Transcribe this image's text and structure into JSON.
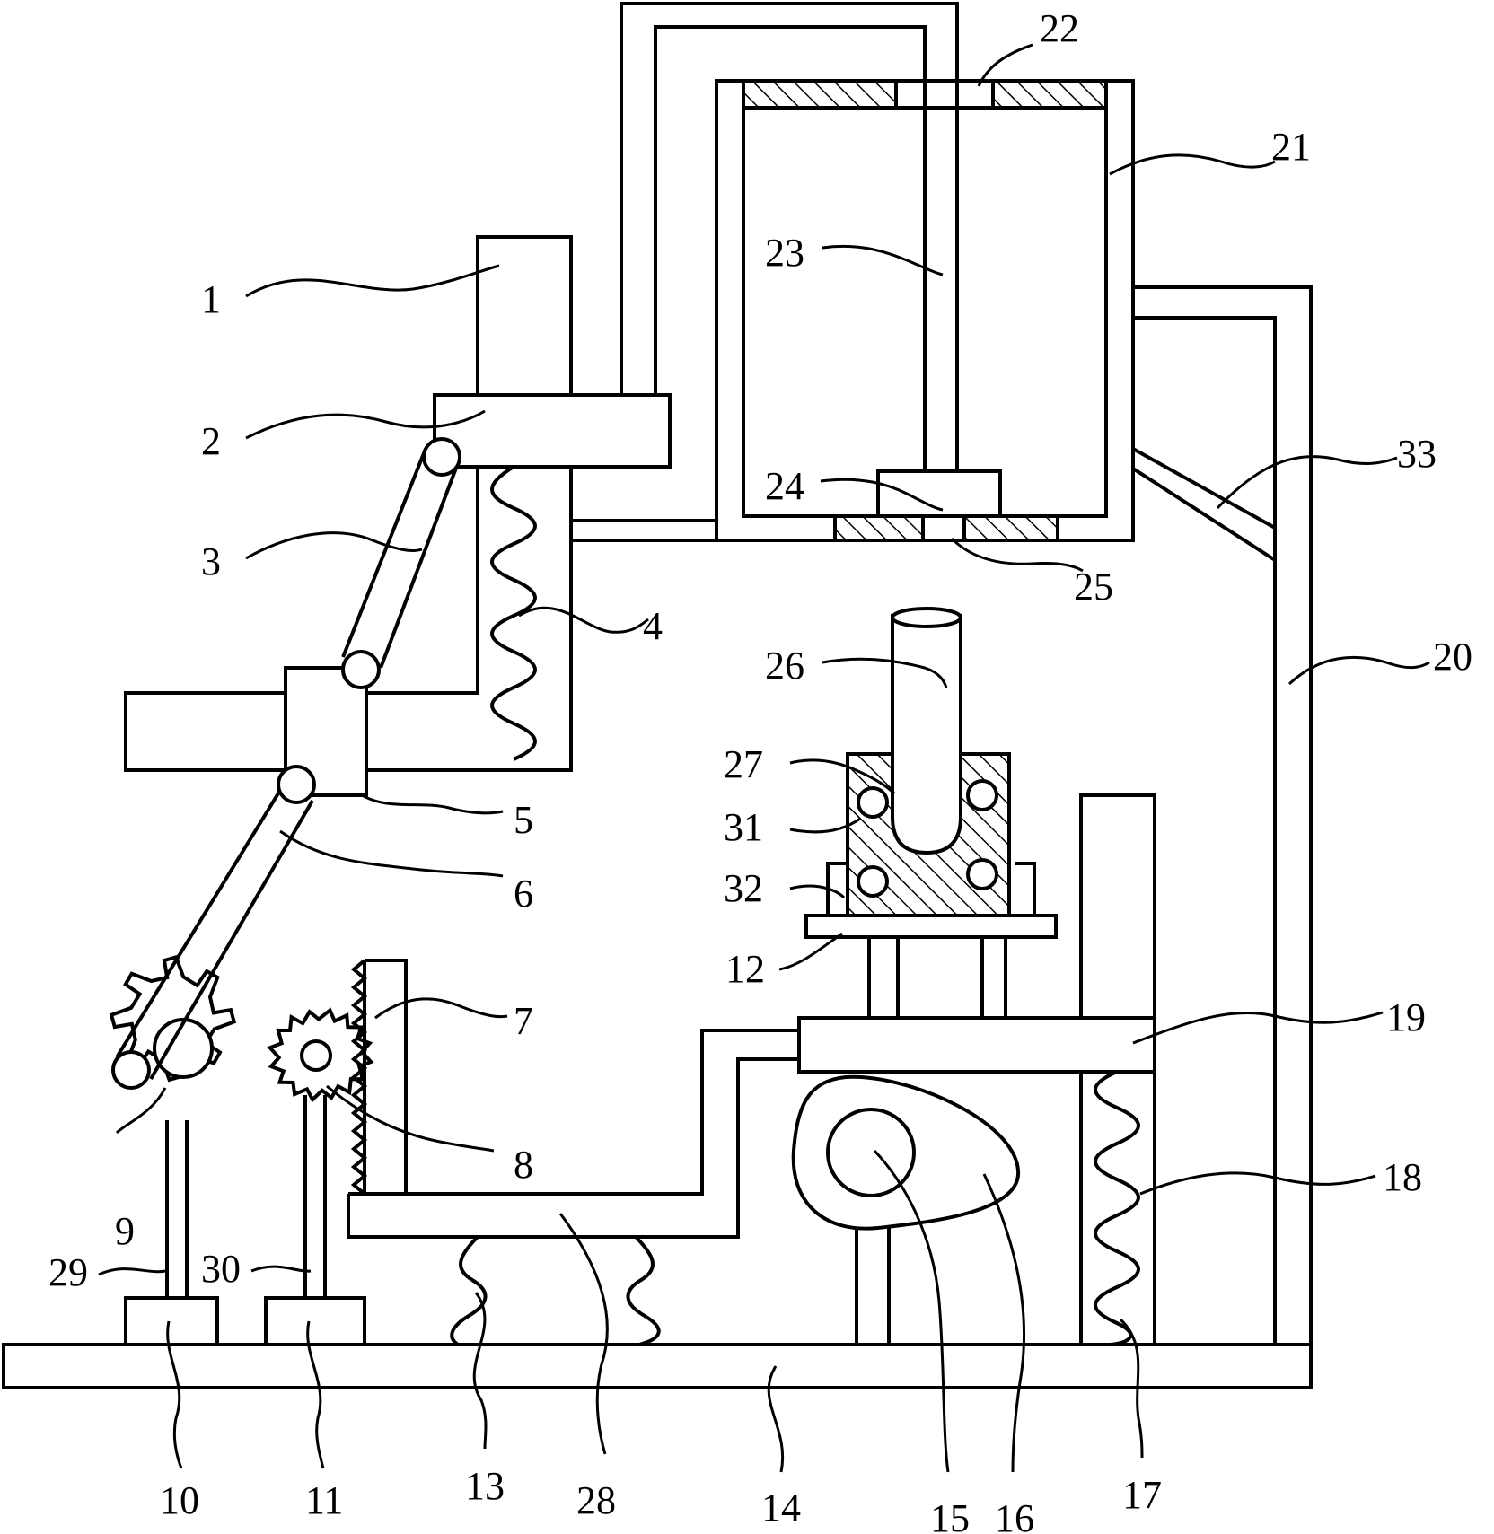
{
  "labels": {
    "l1": "1",
    "l2": "2",
    "l3": "3",
    "l4": "4",
    "l5": "5",
    "l6": "6",
    "l7": "7",
    "l8": "8",
    "l9": "9",
    "l10": "10",
    "l11": "11",
    "l12": "12",
    "l13": "13",
    "l14": "14",
    "l15": "15",
    "l16": "16",
    "l17": "17",
    "l18": "18",
    "l19": "19",
    "l20": "20",
    "l21": "21",
    "l22": "22",
    "l23": "23",
    "l24": "24",
    "l25": "25",
    "l26": "26",
    "l27": "27",
    "l28": "28",
    "l29": "29",
    "l30": "30",
    "l31": "31",
    "l32": "32",
    "l33": "33"
  }
}
